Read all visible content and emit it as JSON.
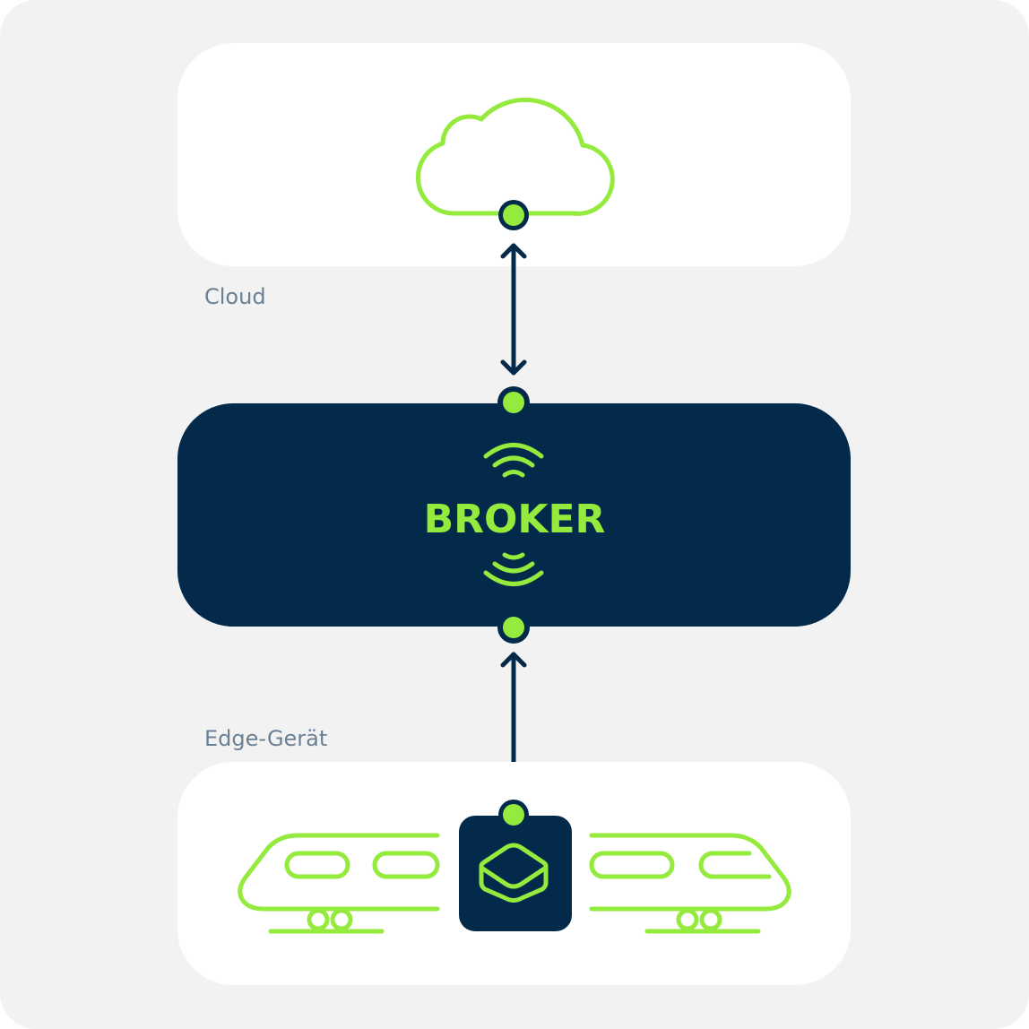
{
  "labels": {
    "cloud": "Cloud",
    "edge": "Edge-Gerät",
    "broker": "BROKER"
  },
  "icons": [
    "cloud-icon",
    "wifi-icon",
    "train-icon",
    "layers-icon",
    "bidirectional-arrow-icon"
  ],
  "colors": {
    "background": "#f2f2f2",
    "card": "#ffffff",
    "navy": "#032a4b",
    "green": "#94eb3e",
    "label": "#6b8095"
  }
}
